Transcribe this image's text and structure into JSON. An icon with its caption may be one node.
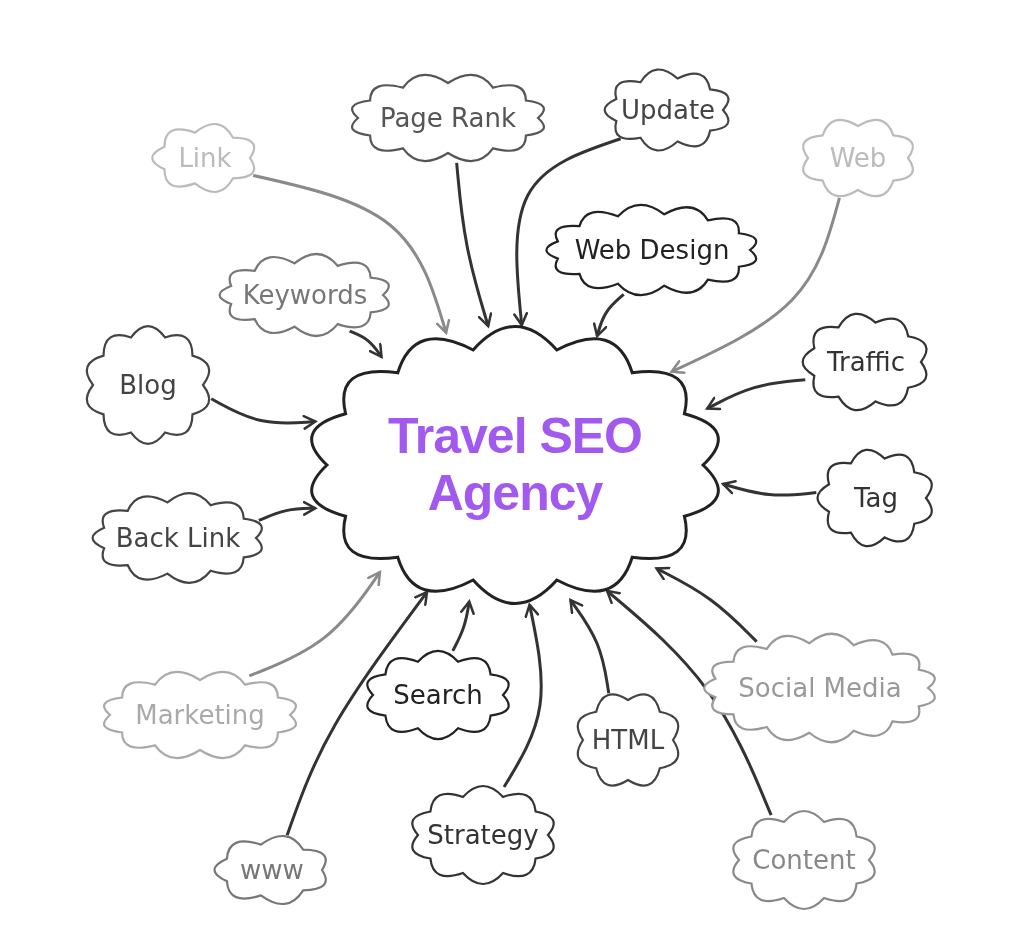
{
  "diagram": {
    "nodes": [
      {
        "text": [
          "Travel SEO Agency"
        ]
      },
      {
        "text": [
          "Link"
        ]
      },
      {
        "text": [
          "Page Rank"
        ]
      },
      {
        "text": [
          "Update"
        ]
      },
      {
        "text": [
          "Web"
        ]
      },
      {
        "text": [
          "Keywords"
        ]
      },
      {
        "text": [
          "Web Design"
        ]
      },
      {
        "text": [
          "Blog"
        ]
      },
      {
        "text": [
          "Traffic"
        ]
      },
      {
        "text": [
          "Back Link"
        ]
      },
      {
        "text": [
          "Tag"
        ]
      },
      {
        "text": [
          "Marketing"
        ]
      },
      {
        "text": [
          "Search"
        ]
      },
      {
        "text": [
          "Social Media"
        ]
      },
      {
        "text": [
          "HTML"
        ]
      },
      {
        "text": [
          "Strategy"
        ]
      },
      {
        "text": [
          "www"
        ]
      },
      {
        "text": [
          "Content"
        ]
      }
    ],
    "edges": [
      {
        "from": 1,
        "to": 0,
        "arrow": "to",
        "color": "#8a8a8a"
      },
      {
        "from": 2,
        "to": 0,
        "arrow": "to"
      },
      {
        "from": 3,
        "to": 0,
        "arrow": "to"
      },
      {
        "from": 4,
        "to": 0,
        "arrow": "to",
        "color": "#8a8a8a"
      },
      {
        "from": 5,
        "to": 0,
        "arrow": "to"
      },
      {
        "from": 6,
        "to": 0,
        "arrow": "to"
      },
      {
        "from": 7,
        "to": 0,
        "arrow": "to"
      },
      {
        "from": 8,
        "to": 0,
        "arrow": "to"
      },
      {
        "from": 9,
        "to": 0,
        "arrow": "to"
      },
      {
        "from": 10,
        "to": 0,
        "arrow": "to"
      },
      {
        "from": 11,
        "to": 0,
        "arrow": "to",
        "color": "#8a8a8a"
      },
      {
        "from": 12,
        "to": 0,
        "arrow": "to"
      },
      {
        "from": 13,
        "to": 0,
        "arrow": "to"
      },
      {
        "from": 14,
        "to": 0,
        "arrow": "to"
      },
      {
        "from": 15,
        "to": 0,
        "arrow": "to"
      },
      {
        "from": 16,
        "to": 0,
        "arrow": "to"
      },
      {
        "from": 17,
        "to": 0,
        "arrow": "to"
      }
    ]
  }
}
